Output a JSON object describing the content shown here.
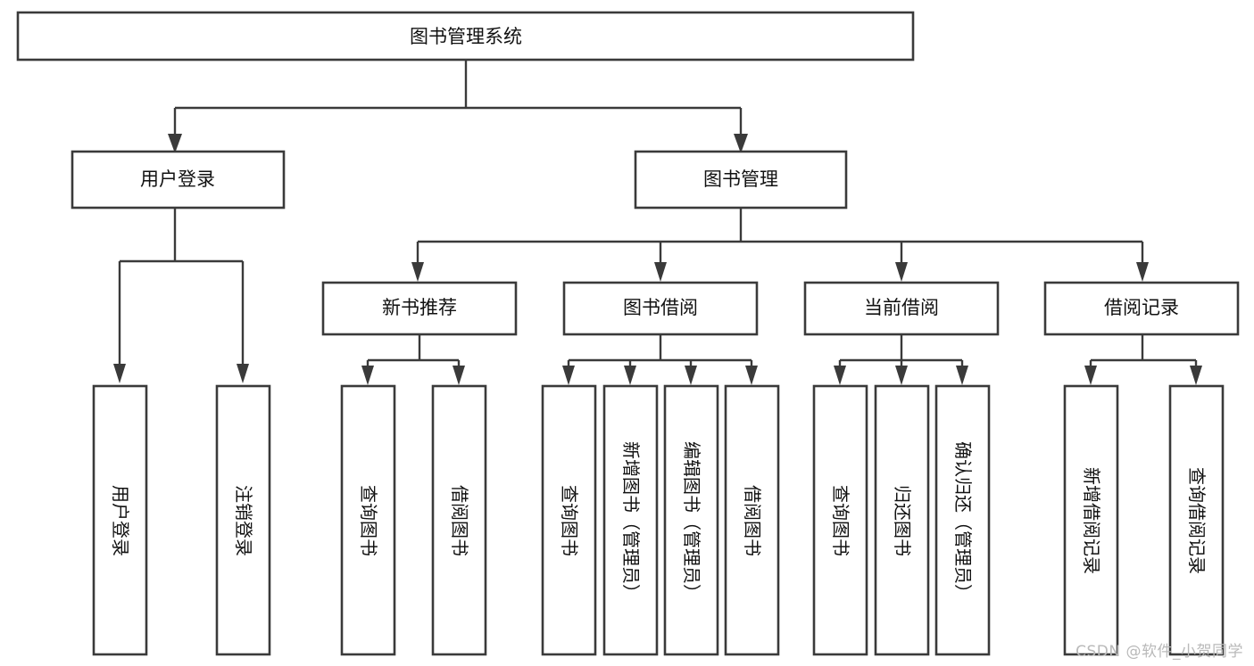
{
  "diagram": {
    "type": "tree-hierarchy",
    "title": "图书管理系统",
    "watermark": "CSDN @软件_小贺同学",
    "colors": {
      "stroke": "#3a3a3a",
      "fill": "#ffffff",
      "text": "#111111",
      "watermark": "#b9b9b9"
    },
    "levels": {
      "root": {
        "label": "图书管理系统",
        "orientation": "horizontal"
      },
      "level2": [
        {
          "label": "用户登录",
          "orientation": "horizontal"
        },
        {
          "label": "图书管理",
          "orientation": "horizontal"
        }
      ],
      "level3": [
        {
          "label": "新书推荐",
          "orientation": "horizontal"
        },
        {
          "label": "图书借阅",
          "orientation": "horizontal"
        },
        {
          "label": "当前借阅",
          "orientation": "horizontal"
        },
        {
          "label": "借阅记录",
          "orientation": "horizontal"
        }
      ],
      "leaves": [
        {
          "label": "用户登录",
          "orientation": "vertical",
          "parent": "用户登录"
        },
        {
          "label": "注销登录",
          "orientation": "vertical",
          "parent": "用户登录"
        },
        {
          "label": "查询图书",
          "orientation": "vertical",
          "parent": "新书推荐"
        },
        {
          "label": "借阅图书",
          "orientation": "vertical",
          "parent": "新书推荐"
        },
        {
          "label": "查询图书",
          "orientation": "vertical",
          "parent": "图书借阅"
        },
        {
          "label": "新增图书（管理员）",
          "orientation": "vertical",
          "parent": "图书借阅"
        },
        {
          "label": "编辑图书（管理员）",
          "orientation": "vertical",
          "parent": "图书借阅"
        },
        {
          "label": "借阅图书",
          "orientation": "vertical",
          "parent": "图书借阅"
        },
        {
          "label": "查询图书",
          "orientation": "vertical",
          "parent": "当前借阅"
        },
        {
          "label": "归还图书",
          "orientation": "vertical",
          "parent": "当前借阅"
        },
        {
          "label": "确认归还（管理员）",
          "orientation": "vertical",
          "parent": "当前借阅"
        },
        {
          "label": "新增借阅记录",
          "orientation": "vertical",
          "parent": "借阅记录"
        },
        {
          "label": "查询借阅记录",
          "orientation": "vertical",
          "parent": "借阅记录"
        }
      ]
    },
    "nodes": {
      "root": "图书管理系统",
      "n_user_login": "用户登录",
      "n_book_mgmt": "图书管理",
      "n_new_book_rec": "新书推荐",
      "n_book_borrow": "图书借阅",
      "n_current_borrow": "当前借阅",
      "n_borrow_record": "借阅记录",
      "leaf_user_login": "用户登录",
      "leaf_logout": "注销登录",
      "leaf_query_book_1": "查询图书",
      "leaf_borrow_book_1": "借阅图书",
      "leaf_query_book_2": "查询图书",
      "leaf_add_book": "新增图书（管理员）",
      "leaf_edit_book": "编辑图书（管理员）",
      "leaf_borrow_book_2": "借阅图书",
      "leaf_query_book_3": "查询图书",
      "leaf_return_book": "归还图书",
      "leaf_confirm_return": "确认归还（管理员）",
      "leaf_add_record": "新增借阅记录",
      "leaf_query_record": "查询借阅记录"
    }
  }
}
